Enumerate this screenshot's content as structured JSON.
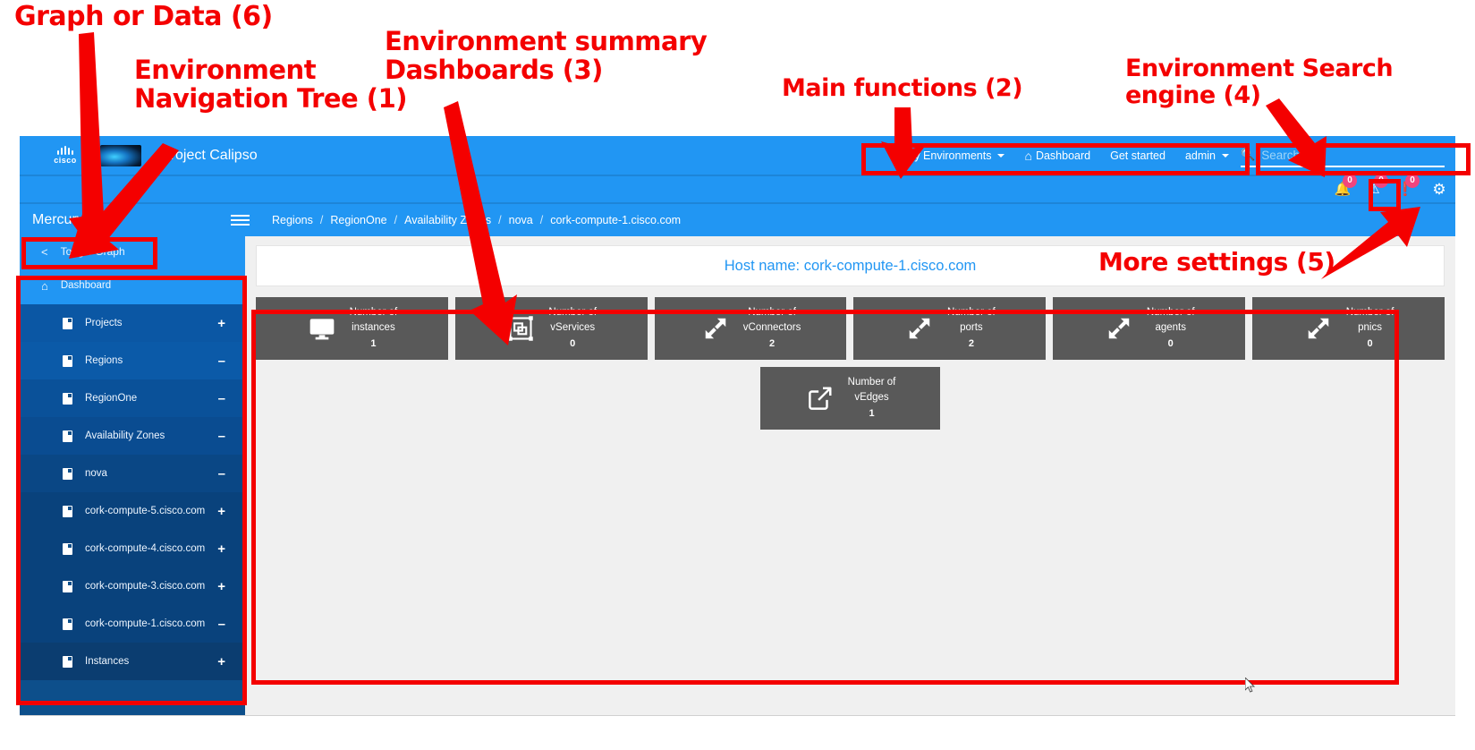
{
  "annotations": [
    {
      "id": "a6",
      "text": "Graph or Data (6)"
    },
    {
      "id": "a1",
      "text": "Environment\nNavigation Tree (1)"
    },
    {
      "id": "a3",
      "text": "Environment summary\nDashboards (3)"
    },
    {
      "id": "a2",
      "text": "Main functions (2)"
    },
    {
      "id": "a4",
      "text": "Environment Search\nengine (4)"
    },
    {
      "id": "a5",
      "text": "More settings (5)"
    }
  ],
  "brand": {
    "logo_name": "cisco-logo",
    "cisco_word": "cisco",
    "title": "Project Calipso"
  },
  "topnav": {
    "items": [
      {
        "label": "My Environments",
        "icon": "chevron-down-icon",
        "has_caret": true
      },
      {
        "label": "Dashboard",
        "icon": "home-icon",
        "has_caret": false
      },
      {
        "label": "Get started",
        "icon": "",
        "has_caret": false
      },
      {
        "label": "admin",
        "icon": "chevron-down-icon",
        "has_caret": true
      }
    ]
  },
  "search": {
    "icon": "search-icon",
    "placeholder": "Search ...",
    "value": ""
  },
  "notifications": [
    {
      "icon": "bell-icon",
      "glyph": "🔔",
      "count": "0"
    },
    {
      "icon": "warning-triangle-icon",
      "glyph": "⚠",
      "count": "0"
    },
    {
      "icon": "exclamation-circle-icon",
      "glyph": "❗",
      "count": "0"
    }
  ],
  "settings_button": {
    "icon": "gear-icon",
    "glyph": "⚙"
  },
  "subbar": {
    "sidebar_title": "Mercury",
    "menu_icon": "hamburger-icon",
    "breadcrumb": [
      "Regions",
      "RegionOne",
      "Availability Zones",
      "nova",
      "cork-compute-1.cisco.com"
    ],
    "separator": "/"
  },
  "sidebar": {
    "toggle_graph": {
      "label": "Toggle Graph",
      "icon": "share-icon"
    },
    "items": [
      {
        "label": "Dashboard",
        "icon": "home-icon",
        "indent": 0,
        "expander": "",
        "active": true
      },
      {
        "label": "Projects",
        "icon": "node-icon",
        "indent": 1,
        "expander": "+"
      },
      {
        "label": "Regions",
        "icon": "node-icon",
        "indent": 1,
        "expander": "–"
      },
      {
        "label": "RegionOne",
        "icon": "node-icon",
        "indent": 1,
        "expander": "–"
      },
      {
        "label": "Availability Zones",
        "icon": "node-icon",
        "indent": 1,
        "expander": "–"
      },
      {
        "label": "nova",
        "icon": "node-icon",
        "indent": 1,
        "expander": "–"
      },
      {
        "label": "cork-compute-5.cisco.com",
        "icon": "node-icon",
        "indent": 1,
        "expander": "+"
      },
      {
        "label": "cork-compute-4.cisco.com",
        "icon": "node-icon",
        "indent": 1,
        "expander": "+"
      },
      {
        "label": "cork-compute-3.cisco.com",
        "icon": "node-icon",
        "indent": 1,
        "expander": "+"
      },
      {
        "label": "cork-compute-1.cisco.com",
        "icon": "node-icon",
        "indent": 1,
        "expander": "–"
      },
      {
        "label": "Instances",
        "icon": "node-icon",
        "indent": 1,
        "expander": "+"
      }
    ]
  },
  "main": {
    "host_title": "Host name: cork-compute-1.cisco.com",
    "tiles_row1": [
      {
        "icon": "monitor-icon",
        "label_line1": "Number of",
        "label_line2": "instances",
        "value": "1"
      },
      {
        "icon": "vservice-icon",
        "label_line1": "Number of",
        "label_line2": "vServices",
        "value": "0"
      },
      {
        "icon": "compress-arrows-icon",
        "label_line1": "Number of",
        "label_line2": "vConnectors",
        "value": "2"
      },
      {
        "icon": "compress-arrows-icon",
        "label_line1": "Number of",
        "label_line2": "ports",
        "value": "2"
      },
      {
        "icon": "compress-arrows-icon",
        "label_line1": "Number of",
        "label_line2": "agents",
        "value": "0"
      },
      {
        "icon": "compress-arrows-icon",
        "label_line1": "Number of",
        "label_line2": "pnics",
        "value": "0"
      }
    ],
    "tiles_row2": [
      {
        "icon": "external-link-icon",
        "label_line1": "Number of",
        "label_line2": "vEdges",
        "value": "1"
      }
    ]
  },
  "colors": {
    "brand_blue": "#2196f3",
    "sidebar_blue": "#0d4f8b",
    "tile_gray": "#595959",
    "badge_pink": "#f0457e",
    "annotation_red": "#f40000"
  }
}
